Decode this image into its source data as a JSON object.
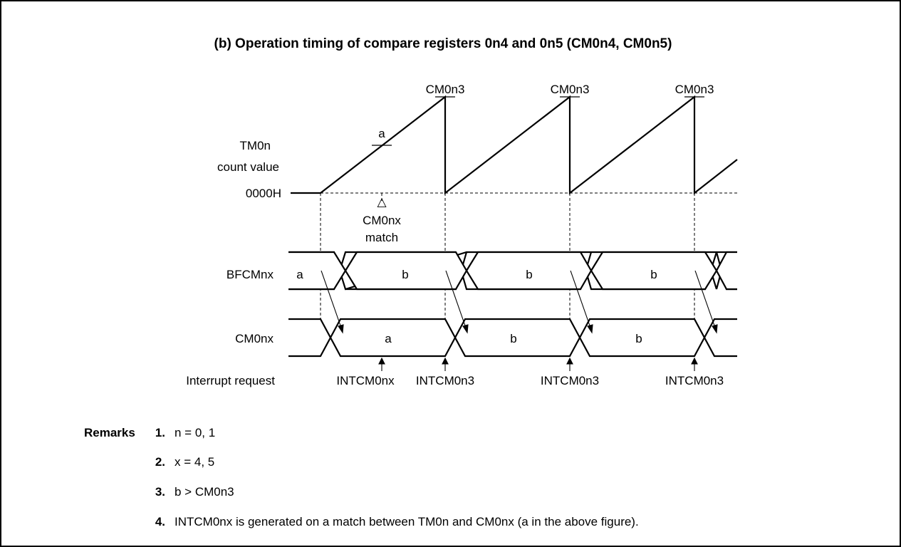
{
  "figure": {
    "title": "(b)  Operation timing of compare registers 0n4 and 0n5 (CM0n4, CM0n5)",
    "tm_label_line1": "TM0n",
    "tm_label_line2": "count value",
    "zero_label": "0000H",
    "cm0n3_label": "CM0n3",
    "point_a_label": "a",
    "match_marker": "△",
    "match_label_line1": "CM0nx",
    "match_label_line2": "match",
    "bfcm_label": "BFCMnx",
    "bfcm_values": [
      "a",
      "b",
      "b",
      "b"
    ],
    "cm_label": "CM0nx",
    "cm_values": [
      "a",
      "b",
      "b"
    ],
    "interrupt_label": "Interrupt request",
    "interrupts": [
      "INTCM0nx",
      "INTCM0n3",
      "INTCM0n3",
      "INTCM0n3"
    ]
  },
  "remarks": {
    "heading": "Remarks",
    "items": [
      {
        "num": "1.",
        "text": "n = 0, 1"
      },
      {
        "num": "2.",
        "text": "x = 4, 5"
      },
      {
        "num": "3.",
        "text": "b > CM0n3"
      },
      {
        "num": "4.",
        "text": "INTCM0nx is generated on a match between TM0n and CM0nx (a in the above figure)."
      }
    ]
  }
}
